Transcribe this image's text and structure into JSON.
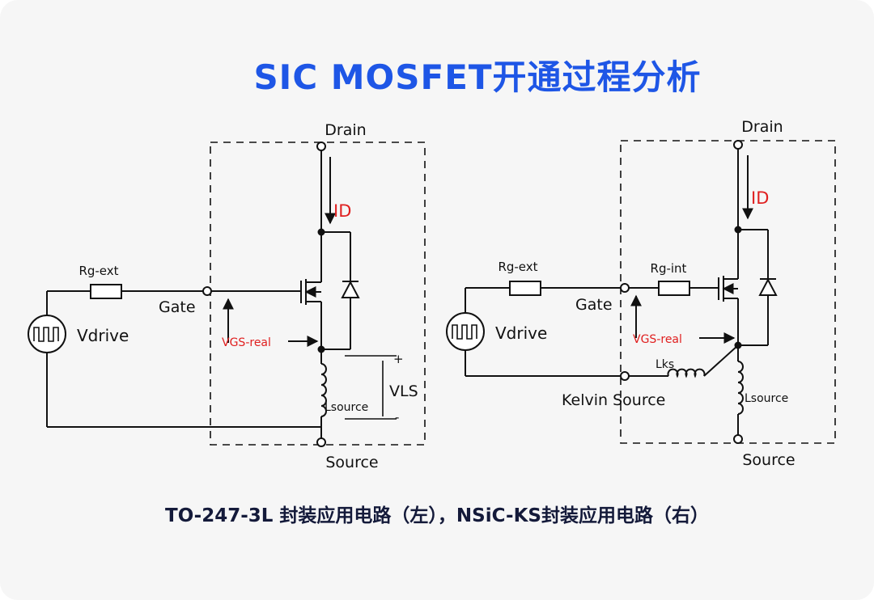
{
  "title": "SIC MOSFET开通过程分析",
  "caption": "TO-247-3L 封装应用电路（左），NSiC-KS封装应用电路（右）",
  "colors": {
    "title": "#1e56e6",
    "caption": "#141a3a",
    "label_red": "#e02020",
    "ink": "#111111"
  },
  "left_circuit": {
    "drain": "Drain",
    "id": "ID",
    "rg_ext": "Rg-ext",
    "gate": "Gate",
    "vdrive": "Vdrive",
    "vgs_real": "VGS-real",
    "plus": "+",
    "minus": "-",
    "vls": "VLS",
    "lsource": "Lsource",
    "source": "Source"
  },
  "right_circuit": {
    "drain": "Drain",
    "id": "ID",
    "rg_ext": "Rg-ext",
    "rg_int": "Rg-int",
    "gate": "Gate",
    "vdrive": "Vdrive",
    "vgs_real": "VGS-real",
    "lks": "Lks",
    "kelvin_source": "Kelvin Source",
    "lsource": "Lsource",
    "source": "Source"
  }
}
